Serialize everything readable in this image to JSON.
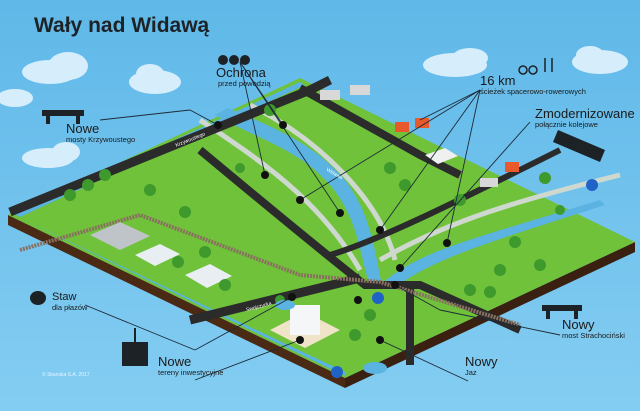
{
  "title": "Wały nad Widawą",
  "labels": {
    "ochrona": {
      "big": "Ochrona",
      "small": "przed powodzią",
      "icon": "money-bags-icon"
    },
    "mosty": {
      "big": "Nowe",
      "small": "mosty Krzywoustego",
      "icon": "bridge-icon"
    },
    "sciezki": {
      "big": "16 km",
      "small": "ścieżek spacerowo-rowerowych",
      "icon": "cyclist-walkers-icon"
    },
    "kolej": {
      "big": "Zmodernizowane",
      "small": "połącznie kolejowe",
      "icon": "train-icon"
    },
    "staw": {
      "big": "Staw",
      "small": "dla płazów",
      "icon": "frog-icon"
    },
    "tereny": {
      "big": "Nowe",
      "small": "tereny inwestycyjne",
      "icon": "crane-building-icon"
    },
    "jaz": {
      "big": "Nowy",
      "small": "Jaz"
    },
    "most": {
      "big": "Nowy",
      "small": "most Strachociński",
      "icon": "bridge-icon"
    }
  },
  "map_labels": {
    "road1": "Krzywoustego",
    "river": "Widawa",
    "road2": "Swojczycka"
  },
  "copyright": "© Skanska S.A. 2017",
  "colors": {
    "sky": "#6cc0ec",
    "grass": "#6fc23a",
    "river": "#5ab3e0",
    "road": "#2b2b2b",
    "soil": "#4a2a14"
  }
}
